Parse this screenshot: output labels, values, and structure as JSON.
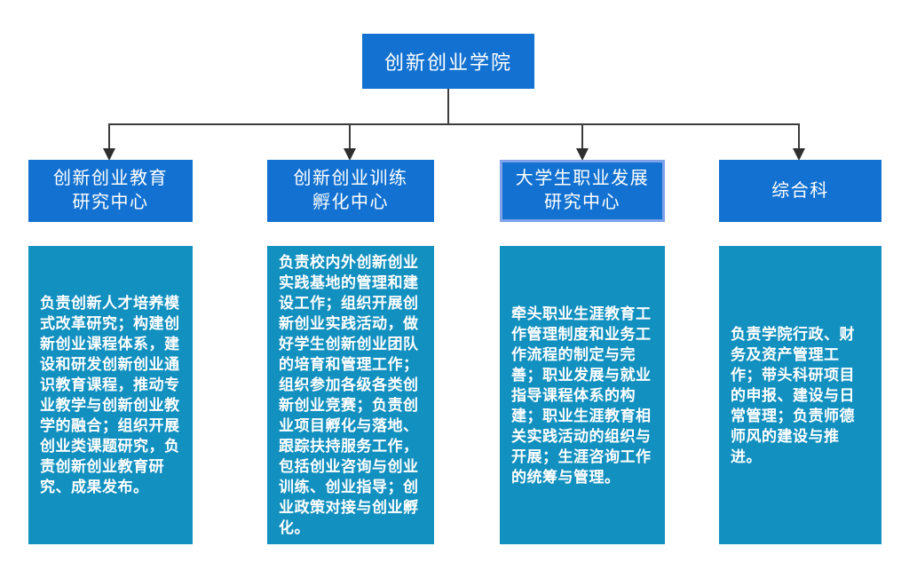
{
  "colors": {
    "node_blue": "#1372D1",
    "body_teal": "#1290BF",
    "highlight_border": "#7FA2E9",
    "connector_line": "#3C3C3C",
    "text_white": "#ffffff"
  },
  "root": {
    "label": "创新创业学院"
  },
  "departments": [
    {
      "name": "创新创业教育\n研究中心",
      "highlighted": false,
      "description": "负责创新人才培养模式改革研究；构建创新创业课程体系，建设和研发创新创业通识教育课程，推动专业教学与创新创业教学的融合；组织开展创业类课题研究，负责创新创业教育研究、成果发布。"
    },
    {
      "name": "创新创业训练\n孵化中心",
      "highlighted": false,
      "description": "负责校内外创新创业实践基地的管理和建设工作；组织开展创新创业实践活动，做好学生创新创业团队的培育和管理工作；组织参加各级各类创新创业竞赛；负责创业项目孵化与落地、跟踪扶持服务工作，包括创业咨询与创业训练、创业指导；创业政策对接与创业孵化。"
    },
    {
      "name": "大学生职业发展\n研究中心",
      "highlighted": true,
      "description": "牵头职业生涯教育工作管理制度和业务工作流程的制定与完善；职业发展与就业指导课程体系的构建；职业生涯教育相关实践活动的组织与开展；生涯咨询工作的统筹与管理。"
    },
    {
      "name": "综合科",
      "highlighted": false,
      "description": "负责学院行政、财务及资产管理工作；带头科研项目的申报、建设与日常管理；负责师德师风的建设与推进。"
    }
  ]
}
